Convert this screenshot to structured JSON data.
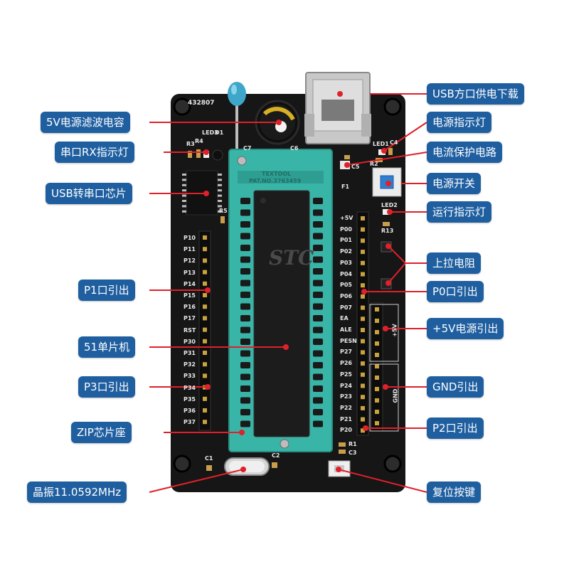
{
  "board": {
    "part_number": "432807",
    "socket_brand": "TEXTOOL",
    "socket_patent": "PAT.NO.3763459",
    "chip_brand": "STC",
    "silk": {
      "p1_pins": [
        "P10",
        "P11",
        "P12",
        "P13",
        "P14",
        "P15",
        "P16",
        "P17",
        "RST",
        "P30",
        "P31",
        "P32",
        "P33",
        "P34",
        "P35",
        "P36",
        "P37"
      ],
      "p0_pins": [
        "+5V",
        "P00",
        "P01",
        "P02",
        "P03",
        "P04",
        "P05",
        "P06",
        "P07",
        "EA",
        "ALE",
        "PESN",
        "P27",
        "P26",
        "P25",
        "P24",
        "P23",
        "P22",
        "P21",
        "P20"
      ],
      "designators": {
        "r3": "R3",
        "r4": "R4",
        "led3": "LED3",
        "d1": "D1",
        "c7": "C7",
        "c6": "C6",
        "led1": "LED1",
        "c4": "C4",
        "r2": "R2",
        "c5": "C5",
        "f1": "F1",
        "led2": "LED2",
        "r13": "R13",
        "r5": "R5",
        "c1": "C1",
        "c2": "C2",
        "r1": "R1",
        "c3": "C3",
        "vcc": "+5V",
        "gnd": "GND"
      }
    }
  },
  "callouts": {
    "usb_square_port": "USB方口供电下载",
    "filter_capacitor": "5V电源滤波电容",
    "power_led": "电源指示灯",
    "rx_led": "串口RX指示灯",
    "current_protection": "电流保护电路",
    "power_switch": "电源开关",
    "usb_serial_chip": "USB转串口芯片",
    "run_led": "运行指示灯",
    "pullup_resistor": "上拉电阻",
    "p1_out": "P1口引出",
    "p0_out": "P0口引出",
    "vcc_out": "+5V电源引出",
    "mcu_51": "51单片机",
    "p3_out": "P3口引出",
    "gnd_out": "GND引出",
    "zif_socket": "ZIP芯片座",
    "p2_out": "P2口引出",
    "crystal": "晶振11.0592MHz",
    "reset_button": "复位按键"
  },
  "colors": {
    "label_bg": "#1f5fa0",
    "label_text": "#ffffff",
    "leader_line": "#e0202a",
    "pcb": "#161616",
    "socket": "#39b5a8",
    "chip": "#1c1c1c",
    "header": "#0c0c0c"
  }
}
